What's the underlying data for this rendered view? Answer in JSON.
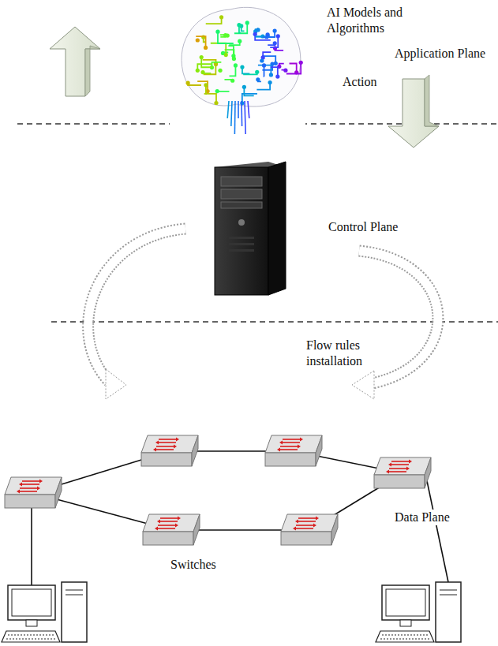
{
  "diagram": {
    "labels": [
      "AI Models and Algorithms",
      "Application Plane",
      "Action",
      "Control Plane",
      "Flow rules installation",
      "Switches",
      "Data Plane"
    ]
  }
}
